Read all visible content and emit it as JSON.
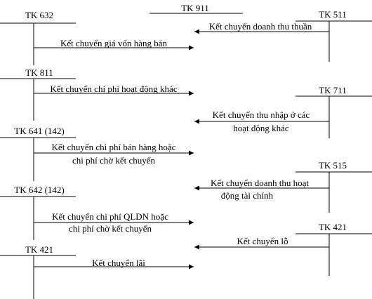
{
  "center_account": {
    "label": "TK 911"
  },
  "left_accounts": [
    {
      "label": "TK 632",
      "arrow_lines": [
        "Kết chuyển giá vốn hàng bán"
      ]
    },
    {
      "label": "TK 811",
      "arrow_lines": [
        "Kết chuyển chi phí hoạt động khác"
      ]
    },
    {
      "label": "TK 641 (142)",
      "arrow_lines": [
        "Kết chuyển chi phí bán hàng hoặc",
        "chi phí chờ kết chuyển"
      ]
    },
    {
      "label": "TK 642 (142)",
      "arrow_lines": [
        "Kết chuyển chi phí QLDN hoặc",
        "chi phí chờ kết chuyển"
      ]
    },
    {
      "label": "TK 421",
      "arrow_lines": [
        "Kết chuyển lãi"
      ]
    }
  ],
  "right_accounts": [
    {
      "label": "TK 511",
      "arrow_lines": [
        "Kết chuyển doanh thu thuần"
      ]
    },
    {
      "label": "TK 711",
      "arrow_lines": [
        "Kết chuyển thu nhập ở các",
        "hoạt động khác"
      ]
    },
    {
      "label": "TK 515",
      "arrow_lines": [
        "Kết chuyển doanh thu hoạt",
        "động tài chính"
      ]
    },
    {
      "label": "TK 421",
      "arrow_lines": [
        "Kết chuyển lỗ"
      ]
    }
  ]
}
